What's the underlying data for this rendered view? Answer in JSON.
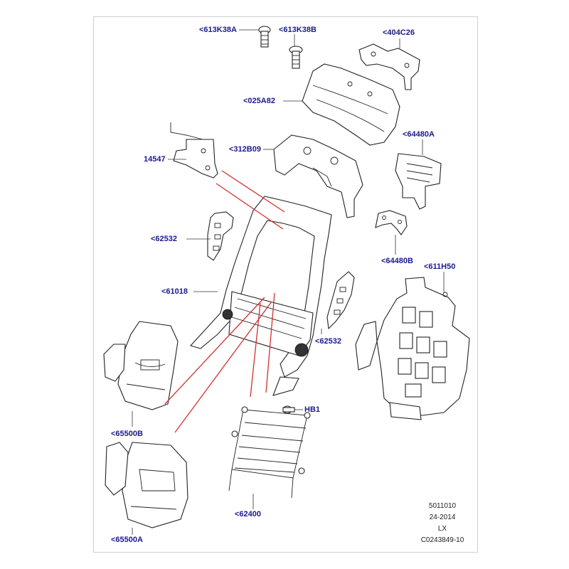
{
  "callouts": {
    "c613K38A": "<613K38A",
    "c613K38B": "<613K38B",
    "c404C26": "<404C26",
    "c025A82": "<025A82",
    "c14547": "14547",
    "c312B09": "<312B09",
    "c64480A": "<64480A",
    "c62532_left": "<62532",
    "c64480B": "<64480B",
    "c611H50": "<611H50",
    "c61018": "<61018",
    "c62532_right": "<62532",
    "cHB1": "HB1",
    "c65500B": "<65500B",
    "c62400": "<62400",
    "c65500A": "<65500A"
  },
  "footer": {
    "line1": "5011010",
    "line2": "24-2014",
    "line3": "LX",
    "line4": "C0243849-10"
  },
  "colors": {
    "label": "#1a1a8c",
    "reference_line": "#d23030",
    "outline": "#222222"
  }
}
